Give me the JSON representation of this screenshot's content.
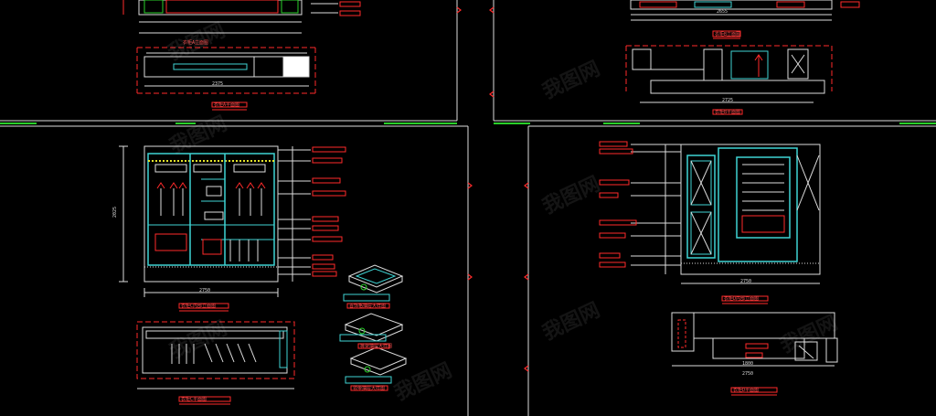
{
  "colors": {
    "background": "#000000",
    "cyan": "#3fd4d4",
    "red": "#ff2a2a",
    "green": "#2ad02a",
    "yellow": "#e6e62a",
    "white": "#dcdcdc",
    "magenta": "#d040d0"
  },
  "watermark": "我图网",
  "dims": {
    "tr_top": "2655",
    "tr_bot": "2725",
    "tl_mid": "2375",
    "l_tot": "2750",
    "l_side": "2025",
    "r_tot": "2750",
    "r_mid": "1800",
    "r_mid2": "2750"
  },
  "labels": {
    "tl_plan": "衣柜A平面图",
    "tl_elev": "衣柜A立面图",
    "tr_plan": "衣柜B平面图",
    "tr_elev": "衣柜B立面图",
    "l_elev": "衣柜C内部立面图",
    "l_plan": "衣柜C平面图",
    "r_elev": "衣柜D内部立面图",
    "r_plan": "衣柜D平面图",
    "drawer1": "首饰格抽屉大样图",
    "drawer2": "裤架抽屉大样图",
    "drawer3": "领带抽屉大样图"
  }
}
